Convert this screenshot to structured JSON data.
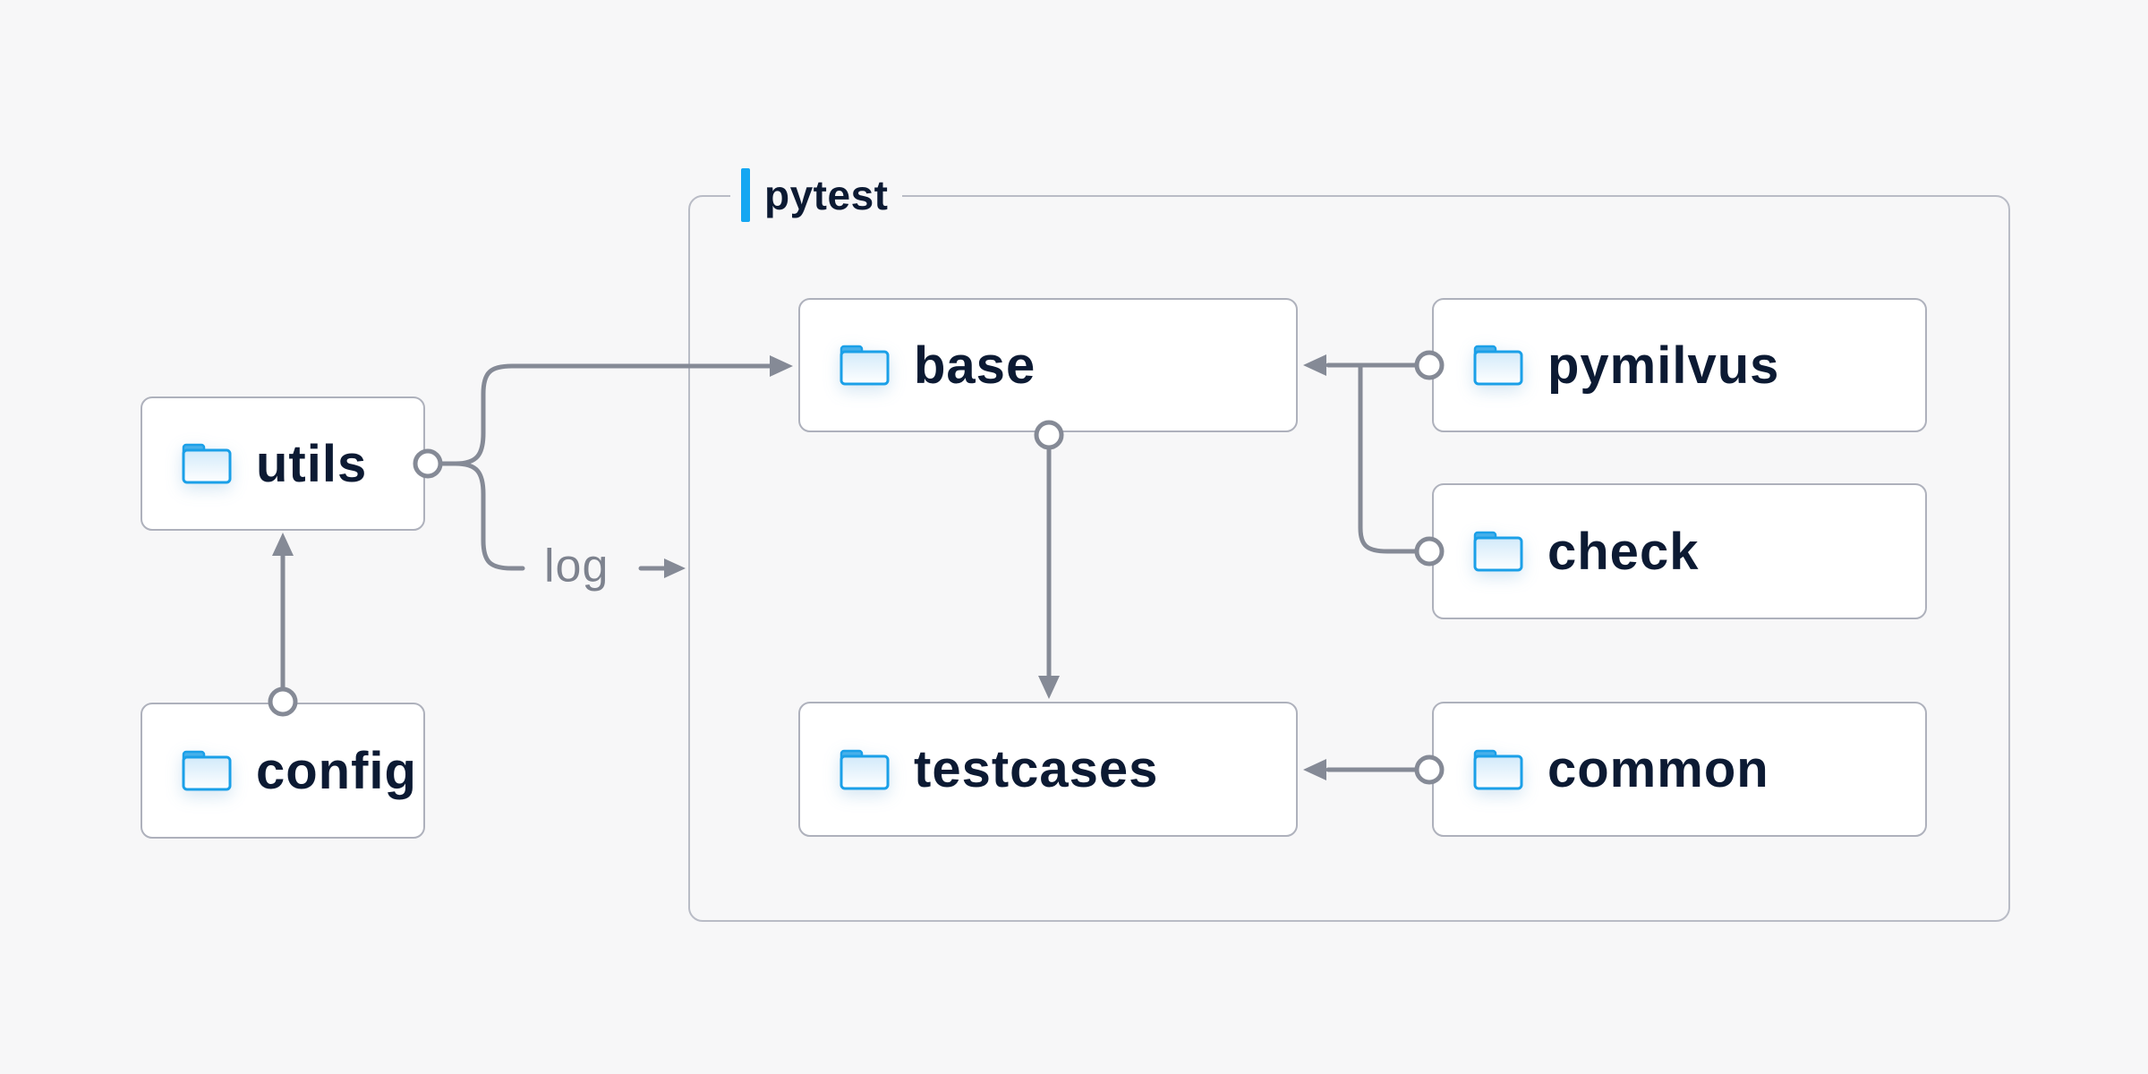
{
  "colors": {
    "bg": "#f7f7f8",
    "node-bg": "#ffffff",
    "node-border": "#aeb1bc",
    "container-border": "#b9bcc6",
    "node-text": "#0c1a33",
    "edge": "#858a96",
    "edge-label": "#7d828e",
    "accent": "#15a7f2",
    "folder-stroke": "#1ba0e8",
    "folder-tab": "#48b0ea"
  },
  "diagram": {
    "container": {
      "label": "pytest"
    },
    "nodes": [
      {
        "id": "utils",
        "label": "utils",
        "icon": "folder-icon"
      },
      {
        "id": "config",
        "label": "config",
        "icon": "folder-icon"
      },
      {
        "id": "base",
        "label": "base",
        "icon": "folder-icon"
      },
      {
        "id": "pymilvus",
        "label": "pymilvus",
        "icon": "folder-icon"
      },
      {
        "id": "check",
        "label": "check",
        "icon": "folder-icon"
      },
      {
        "id": "testcases",
        "label": "testcases",
        "icon": "folder-icon"
      },
      {
        "id": "common",
        "label": "common",
        "icon": "folder-icon"
      }
    ],
    "edges": [
      {
        "from": "config",
        "to": "utils"
      },
      {
        "from": "utils",
        "to": "base"
      },
      {
        "from": "utils",
        "to": "pytest",
        "label": "log"
      },
      {
        "from": "pymilvus",
        "to": "base"
      },
      {
        "from": "check",
        "to": "base"
      },
      {
        "from": "base",
        "to": "testcases"
      },
      {
        "from": "common",
        "to": "testcases"
      }
    ]
  }
}
